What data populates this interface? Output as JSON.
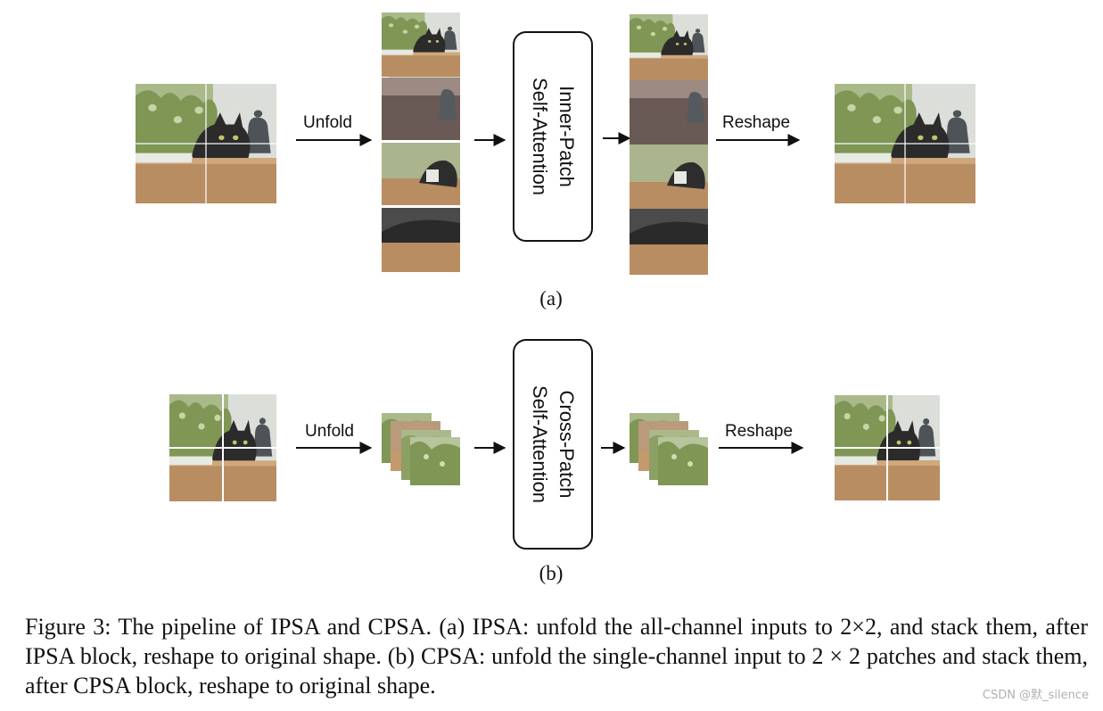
{
  "panel_a": {
    "unfold_label": "Unfold",
    "block_line1": "Inner-Patch",
    "block_line2": "Self-Attention",
    "reshape_label": "Reshape",
    "sublabel": "(a)"
  },
  "panel_b": {
    "unfold_label": "Unfold",
    "block_line1": "Cross-Patch",
    "block_line2": "Self-Attention",
    "reshape_label": "Reshape",
    "sublabel": "(b)"
  },
  "caption": "Figure 3: The pipeline of IPSA and CPSA. (a) IPSA: unfold the all-channel inputs to 2×2, and stack them, after IPSA block, reshape to original shape. (b) CPSA: unfold the single-channel input to 2 × 2 patches and stack them, after CPSA block, reshape to original shape.",
  "watermark": "CSDN @默_silence",
  "colors": {
    "wall": "#d9dcd6",
    "plant": "#8a9d5e",
    "cat": "#2c2c2c",
    "table": "#b88a5e",
    "block_border": "#111111"
  }
}
